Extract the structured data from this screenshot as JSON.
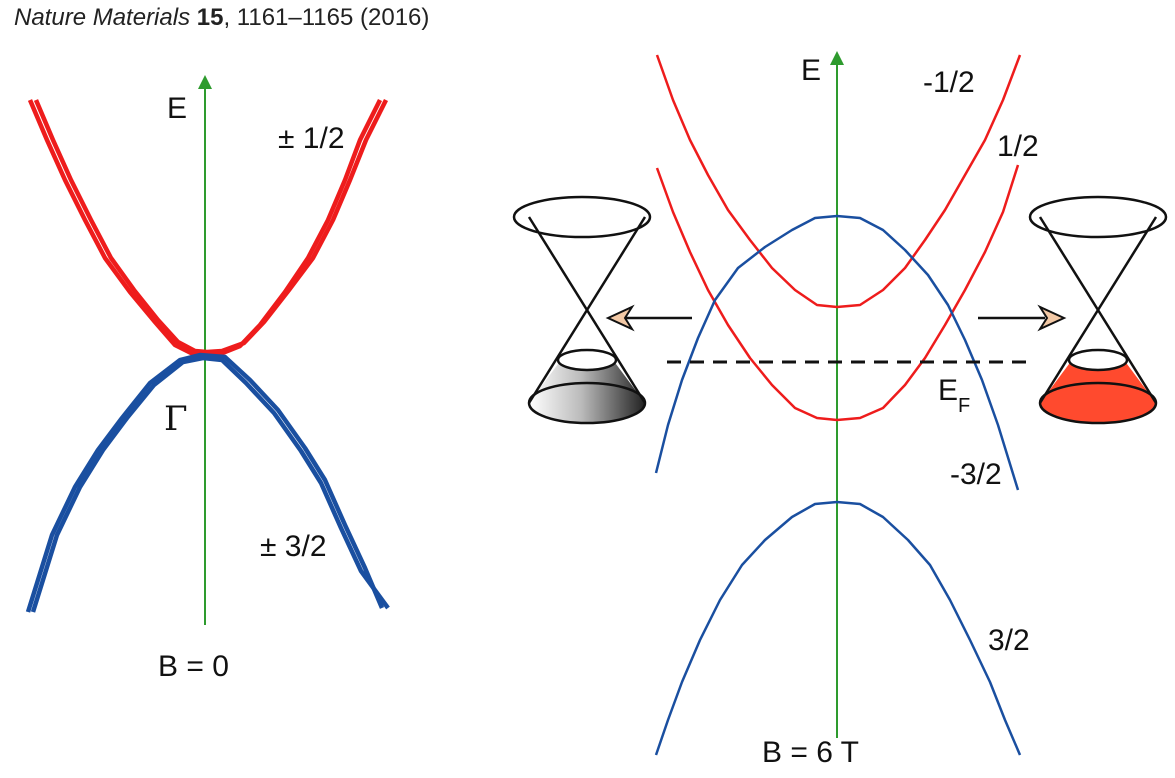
{
  "citation": {
    "journal": "Nature Materials",
    "volume": "15",
    "pages_year": ", 1161–1165 (2016)"
  },
  "left_panel": {
    "axis_label": "E",
    "upper_band_label": "± 1/2",
    "lower_band_label": "± 3/2",
    "point_label": "Γ",
    "field_label": "B = 0"
  },
  "right_panel": {
    "axis_label": "E",
    "band_labels": {
      "upper_minus_half": "-1/2",
      "upper_plus_half": "1/2",
      "lower_minus_three_half": "-3/2",
      "lower_plus_three_half": "3/2"
    },
    "fermi_label_main": "E",
    "fermi_label_sub": "F",
    "field_label": "B = 6 T"
  },
  "colors": {
    "electron_band": "#ee1c1c",
    "hole_band": "#1a4fa0",
    "axis": "#2e9b2e",
    "fermi_line": "#111111",
    "right_cone_fill": "#ff4a2e",
    "left_cone_gradient": [
      "#ffffff",
      "#222222"
    ]
  },
  "icons": [
    "left-arrow-icon",
    "right-arrow-icon",
    "dirac-cone-icon"
  ]
}
